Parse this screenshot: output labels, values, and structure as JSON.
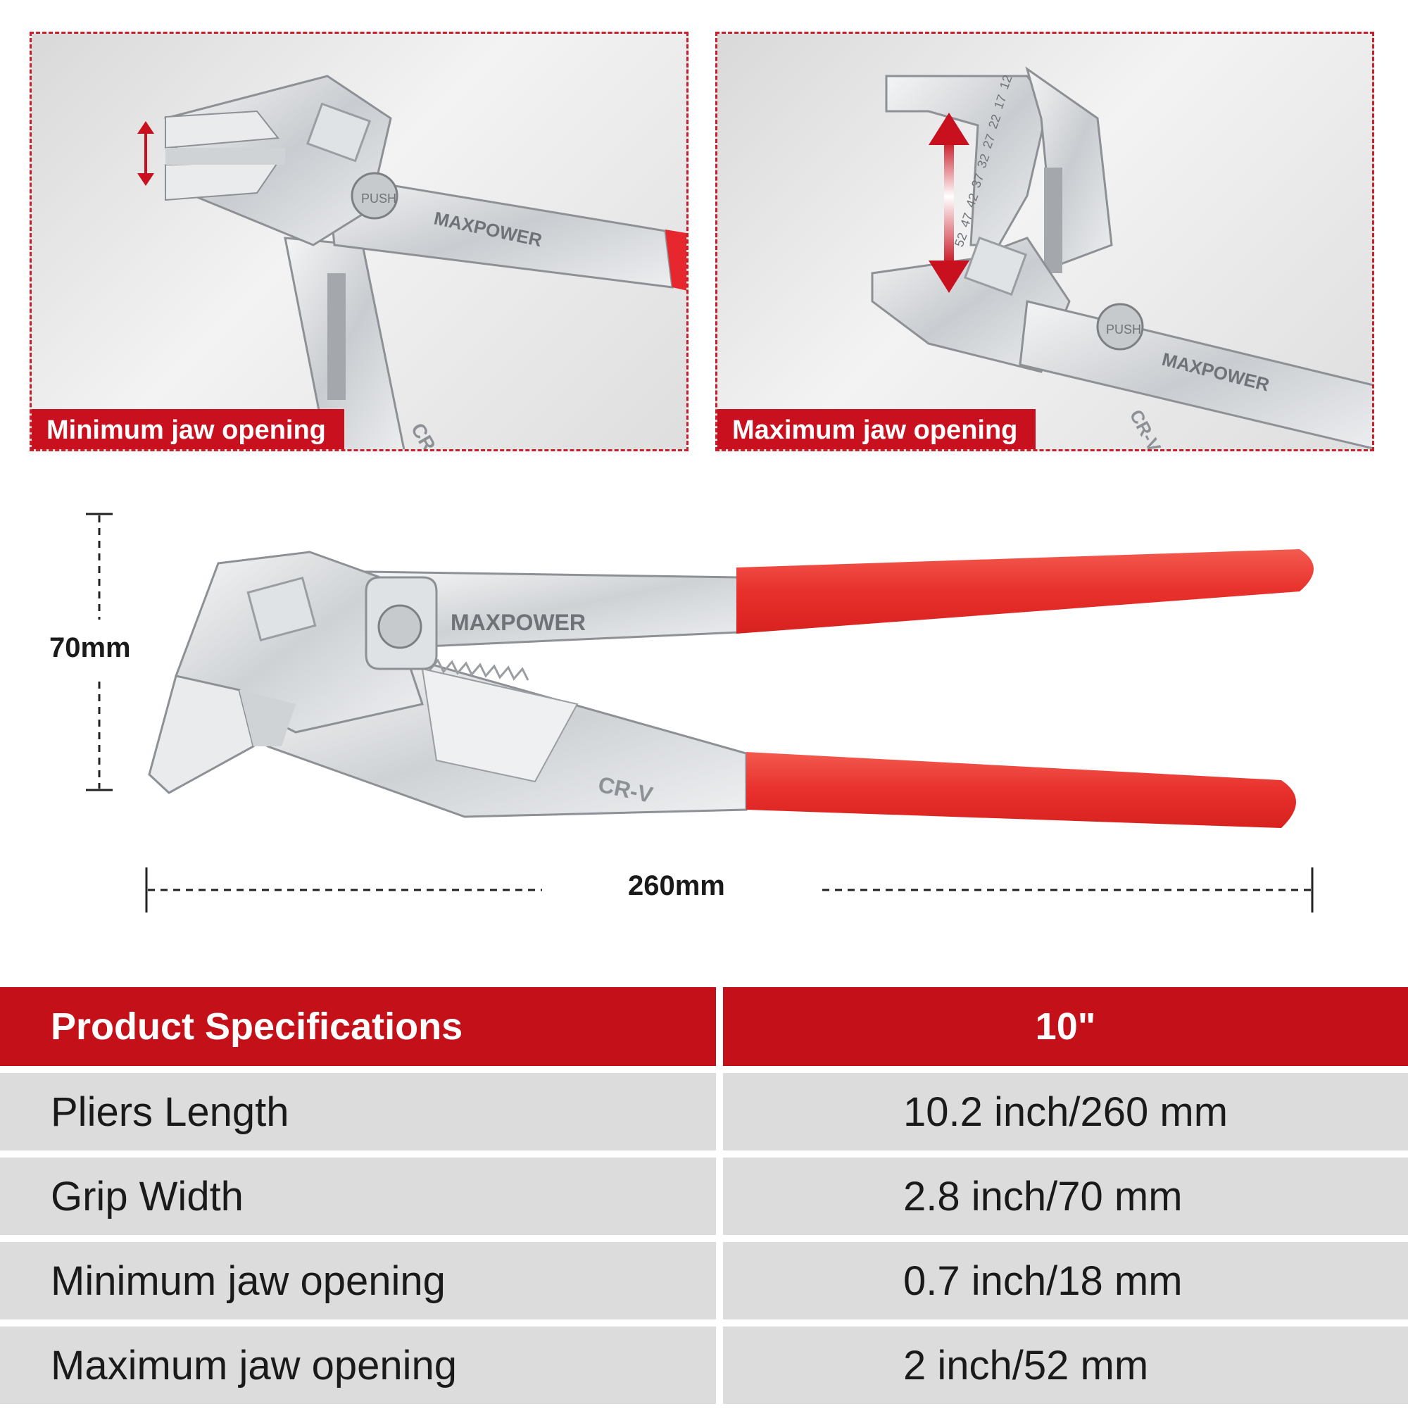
{
  "panels": {
    "min_label": "Minimum jaw opening",
    "max_label": "Maximum jaw opening"
  },
  "tool_markings": {
    "brand": "MAXPOWER",
    "button": "PUSH",
    "steel": "CR-V",
    "scale": [
      "12",
      "17",
      "22",
      "27",
      "32",
      "37",
      "42",
      "47",
      "52"
    ]
  },
  "dimensions": {
    "height": "70mm",
    "length": "260mm"
  },
  "specs": {
    "header_label": "Product Specifications",
    "header_value": "10\"",
    "rows": [
      {
        "label": "Pliers Length",
        "value": "10.2 inch/260 mm"
      },
      {
        "label": "Grip Width",
        "value": "2.8 inch/70 mm"
      },
      {
        "label": "Minimum jaw opening",
        "value": "0.7 inch/18 mm"
      },
      {
        "label": "Maximum jaw opening",
        "value": "2 inch/52 mm"
      }
    ]
  },
  "colors": {
    "accent_red": "#c8101e",
    "handle_red": "#ee3b35",
    "steel": "#d8dadc",
    "table_row": "#dcdcdc"
  }
}
